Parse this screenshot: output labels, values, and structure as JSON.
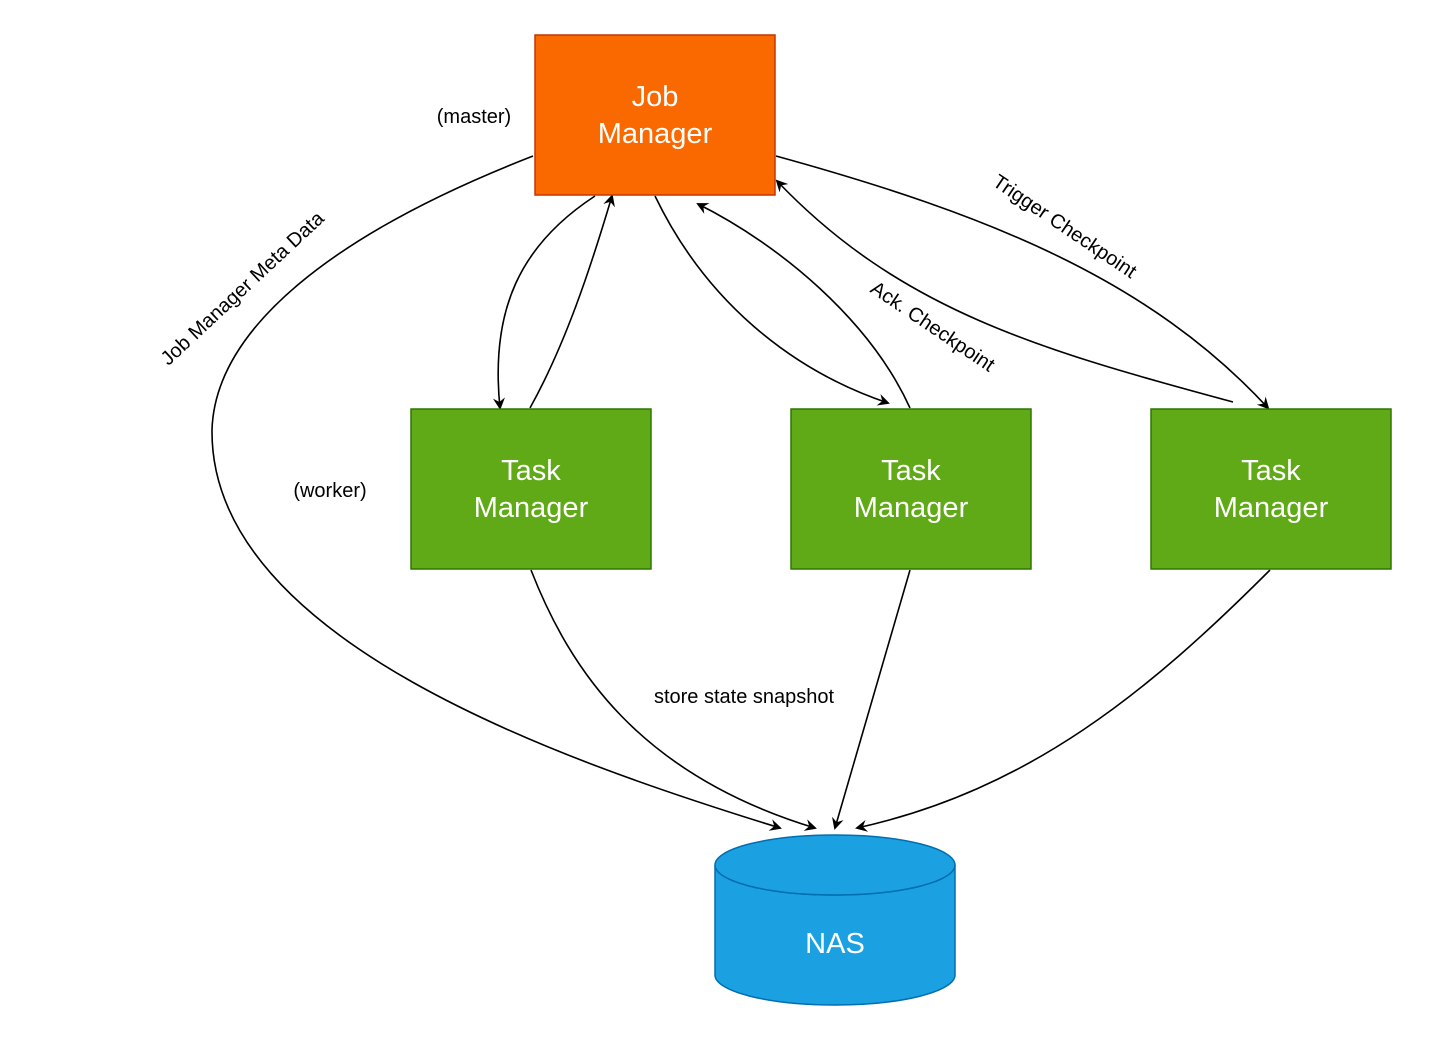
{
  "nodes": {
    "job_manager": {
      "line1": "Job",
      "line2": "Manager",
      "color": "#fa6800",
      "border": "#c73500"
    },
    "task_manager_1": {
      "line1": "Task",
      "line2": "Manager",
      "color": "#60a917",
      "border": "#2d7600"
    },
    "task_manager_2": {
      "line1": "Task",
      "line2": "Manager",
      "color": "#60a917",
      "border": "#2d7600"
    },
    "task_manager_3": {
      "line1": "Task",
      "line2": "Manager",
      "color": "#60a917",
      "border": "#2d7600"
    },
    "nas": {
      "label": "NAS",
      "color": "#1ba1e2",
      "border": "#006eaf"
    }
  },
  "labels": {
    "master": "(master)",
    "worker": "(worker)",
    "job_manager_meta_data": "Job Manager Meta Data",
    "trigger_checkpoint": "Trigger Checkpoint",
    "ack_checkpoint": "Ack. Checkpoint",
    "store_state_snapshot": "store state snapshot"
  }
}
